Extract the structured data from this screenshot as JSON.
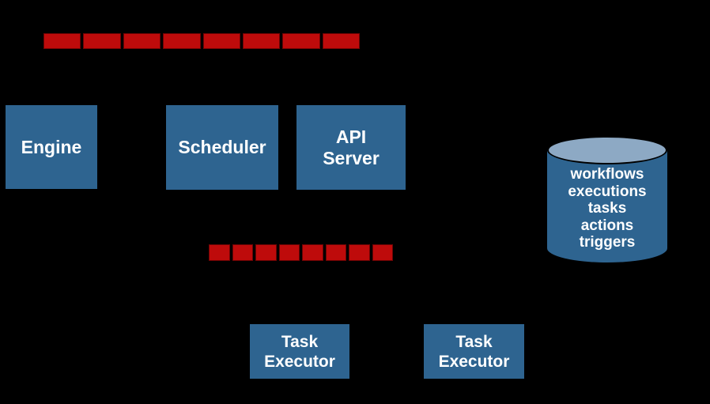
{
  "colors": {
    "background": "#000000",
    "node_fill": "#2E6490",
    "queue_fill": "#BE0B0B",
    "cylinder_top_fill": "#8DA9C4",
    "text": "#FFFFFF"
  },
  "nodes": {
    "engine": {
      "label": "Engine"
    },
    "scheduler": {
      "label": "Scheduler"
    },
    "api_server": {
      "label": "API\nServer"
    },
    "task_executor_1": {
      "label": "Task\nExecutor"
    },
    "task_executor_2": {
      "label": "Task\nExecutor"
    }
  },
  "queues": {
    "top": {
      "segments": 8
    },
    "bottom": {
      "segments": 8
    }
  },
  "database": {
    "items": [
      "workflows",
      "executions",
      "tasks",
      "actions",
      "triggers"
    ]
  }
}
